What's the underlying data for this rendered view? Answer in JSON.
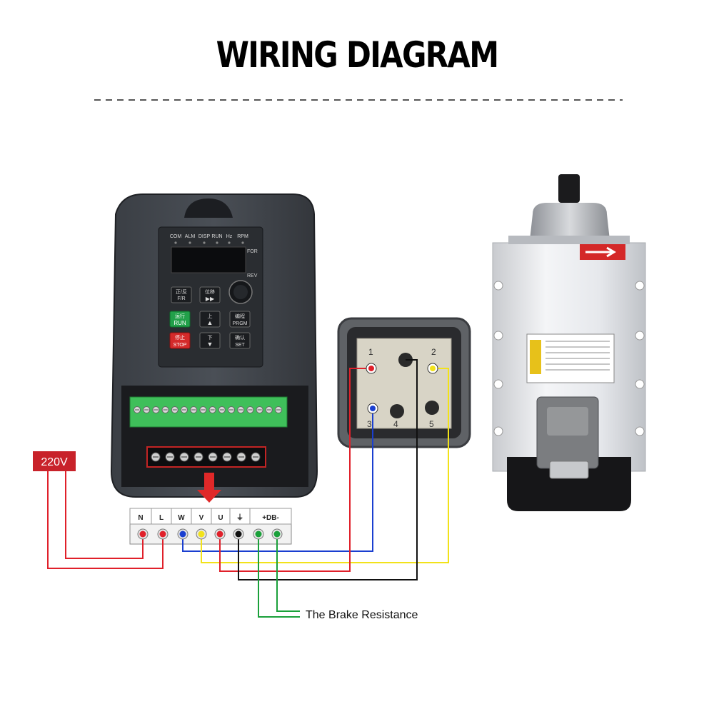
{
  "title": "WIRING DIAGRAM",
  "vfd": {
    "indicators": [
      "COM",
      "ALM",
      "DISP",
      "RUN",
      "Hz",
      "RPM"
    ],
    "for_label": "FOR",
    "rev_label": "REV",
    "keys": {
      "fr": {
        "cn": "正/反",
        "en": "F/R"
      },
      "shift": {
        "cn": "位移",
        "en": "▶▶"
      },
      "run": {
        "cn": "运行",
        "en": "RUN"
      },
      "up": {
        "cn": "上",
        "en": "▲"
      },
      "prgm": {
        "cn": "编程",
        "en": "PRGM"
      },
      "stop": {
        "cn": "停止",
        "en": "STOP"
      },
      "down": {
        "cn": "下",
        "en": "▼"
      },
      "set": {
        "cn": "确认",
        "en": "SET"
      }
    }
  },
  "connector": {
    "pins": [
      "1",
      "2",
      "3",
      "4",
      "5"
    ]
  },
  "terminals": {
    "labels": [
      "N",
      "L",
      "W",
      "V",
      "U",
      "⏚",
      "+DB-"
    ]
  },
  "supply_label": "220V",
  "brake_label": "The Brake Resistance",
  "colors": {
    "red": "#e0202a",
    "blue": "#1a3fd0",
    "yellow": "#f2e21a",
    "black": "#111111",
    "green": "#1aa03a",
    "label_red": "#c8222a"
  }
}
